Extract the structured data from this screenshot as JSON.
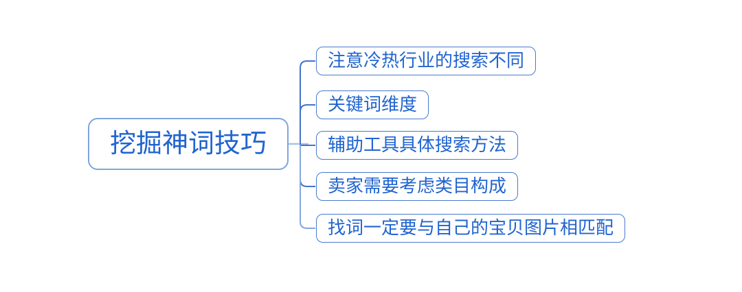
{
  "diagram": {
    "type": "mindmap",
    "root": {
      "label": "挖掘神词技巧"
    },
    "children": [
      {
        "label": "注意冷热行业的搜索不同"
      },
      {
        "label": "关键词维度"
      },
      {
        "label": "辅助工具具体搜索方法"
      },
      {
        "label": "卖家需要考虑类目构成"
      },
      {
        "label": "找词一定要与自己的宝贝图片相匹配"
      }
    ],
    "colors": {
      "background": "#ffffff",
      "root_border": "#7ea6db",
      "child_border": "#4679cf",
      "text": "#2064d0",
      "connector": "#4372c8",
      "connector_light": "#a9c4ea",
      "connector_last_branch": "#83a7db"
    }
  }
}
